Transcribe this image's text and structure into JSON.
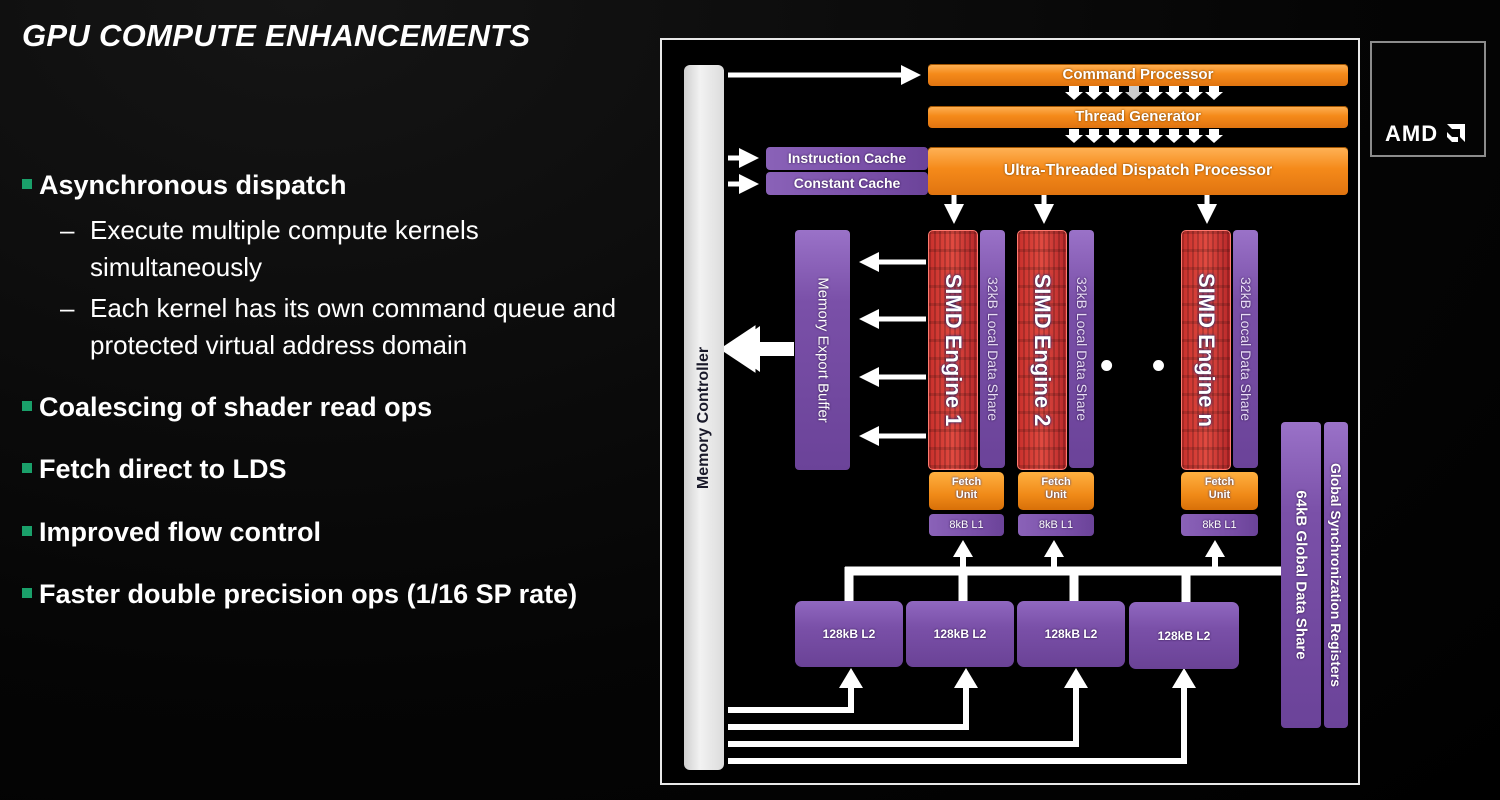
{
  "slide": {
    "title": "GPU COMPUTE ENHANCEMENTS",
    "logo": "AMD",
    "logo_icon": "amd-arrow-icon",
    "bullet_color": "#1aa06a",
    "bullets": [
      {
        "text": "Asynchronous dispatch",
        "sub": [
          "Execute multiple compute kernels simultaneously",
          "Each kernel has its own command queue and protected virtual address domain"
        ]
      },
      {
        "text": "Coalescing of shader read ops"
      },
      {
        "text": "Fetch direct to LDS"
      },
      {
        "text": "Improved flow control"
      },
      {
        "text": "Faster double precision ops (1/16 SP rate)"
      }
    ],
    "sub_dash": "–"
  },
  "diagram": {
    "memory_controller": "Memory Controller",
    "command_processor": "Command Processor",
    "thread_generator": "Thread Generator",
    "instruction_cache": "Instruction Cache",
    "constant_cache": "Constant Cache",
    "dispatch_processor": "Ultra-Threaded Dispatch Processor",
    "memory_export_buffer": "Memory Export Buffer",
    "engines": [
      {
        "name": "SIMD Engine 1",
        "lds": "32kB Local Data Share",
        "fetch_line1": "Fetch",
        "fetch_line2": "Unit",
        "l1": "8kB L1"
      },
      {
        "name": "SIMD Engine 2",
        "lds": "32kB Local Data Share",
        "fetch_line1": "Fetch",
        "fetch_line2": "Unit",
        "l1": "8kB L1"
      },
      {
        "name": "SIMD Engine n",
        "lds": "32kB Local Data Share",
        "fetch_line1": "Fetch",
        "fetch_line2": "Unit",
        "l1": "8kB L1"
      }
    ],
    "ellipsis": "• • •",
    "l2_caches": [
      "128kB L2",
      "128kB L2",
      "128kB L2",
      "128kB L2"
    ],
    "global_data_share": "64kB Global Data Share",
    "global_sync_registers": "Global Synchronization Registers",
    "colors": {
      "orange": "#f58a1a",
      "purple": "#7a50a8",
      "red": "#d03a34",
      "gray": "#e0e0e0"
    }
  }
}
